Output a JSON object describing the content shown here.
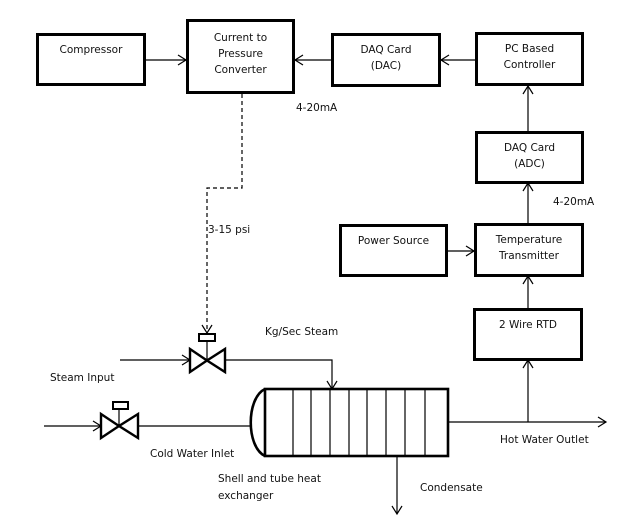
{
  "title": "Shell and tube heat exchanger temperature control loop",
  "blocks": {
    "compressor": {
      "lines": [
        "Compressor"
      ]
    },
    "i2p": {
      "lines": [
        "Current to",
        "Pressure",
        "Converter"
      ]
    },
    "dac": {
      "lines": [
        "DAQ Card",
        "(DAC)"
      ]
    },
    "pc": {
      "lines": [
        "PC Based",
        "Controller"
      ]
    },
    "adc": {
      "lines": [
        "DAQ Card",
        "(ADC)"
      ]
    },
    "power": {
      "lines": [
        "Power Source"
      ]
    },
    "transmitter": {
      "lines": [
        "Temperature",
        "Transmitter"
      ]
    },
    "rtd": {
      "lines": [
        "2 Wire RTD"
      ]
    }
  },
  "labels": {
    "ma_top": "4-20mA",
    "ma_right": "4-20mA",
    "psi": "3-15 psi",
    "steam_flow": "Kg/Sec Steam",
    "steam_input": "Steam Input",
    "cold_water": "Cold Water Inlet",
    "hx_line1": "Shell and tube heat",
    "hx_line2": "exchanger",
    "condensate": "Condensate",
    "hot_water": "Hot Water Outlet"
  },
  "colors": {
    "stroke": "#000000",
    "text": "#111111",
    "background": "#ffffff"
  }
}
